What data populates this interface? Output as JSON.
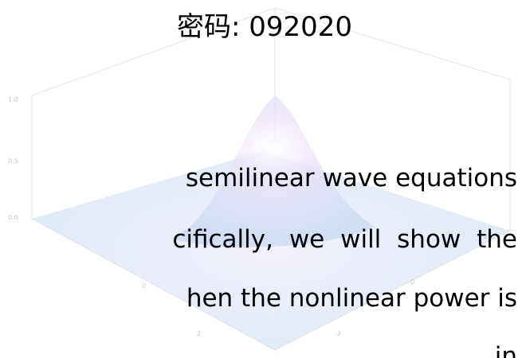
{
  "slide": {
    "password_label": "密码: 092020",
    "lines": [
      "semilinear wave equations",
      "cifically,  we  will  show  the",
      "hen the nonlinear power is",
      "in"
    ]
  },
  "background_plot": {
    "icon": "gaussian-surface-plot-icon",
    "tick_labels": [
      "1.0",
      "0.5",
      "0.0",
      "0",
      "2",
      "0",
      "-2",
      "2"
    ]
  },
  "colors": {
    "text": "#000000",
    "plot_surface": "#b9d3f2",
    "plot_peak": "#e6dcf6",
    "box_edge": "#cfcfcf"
  }
}
